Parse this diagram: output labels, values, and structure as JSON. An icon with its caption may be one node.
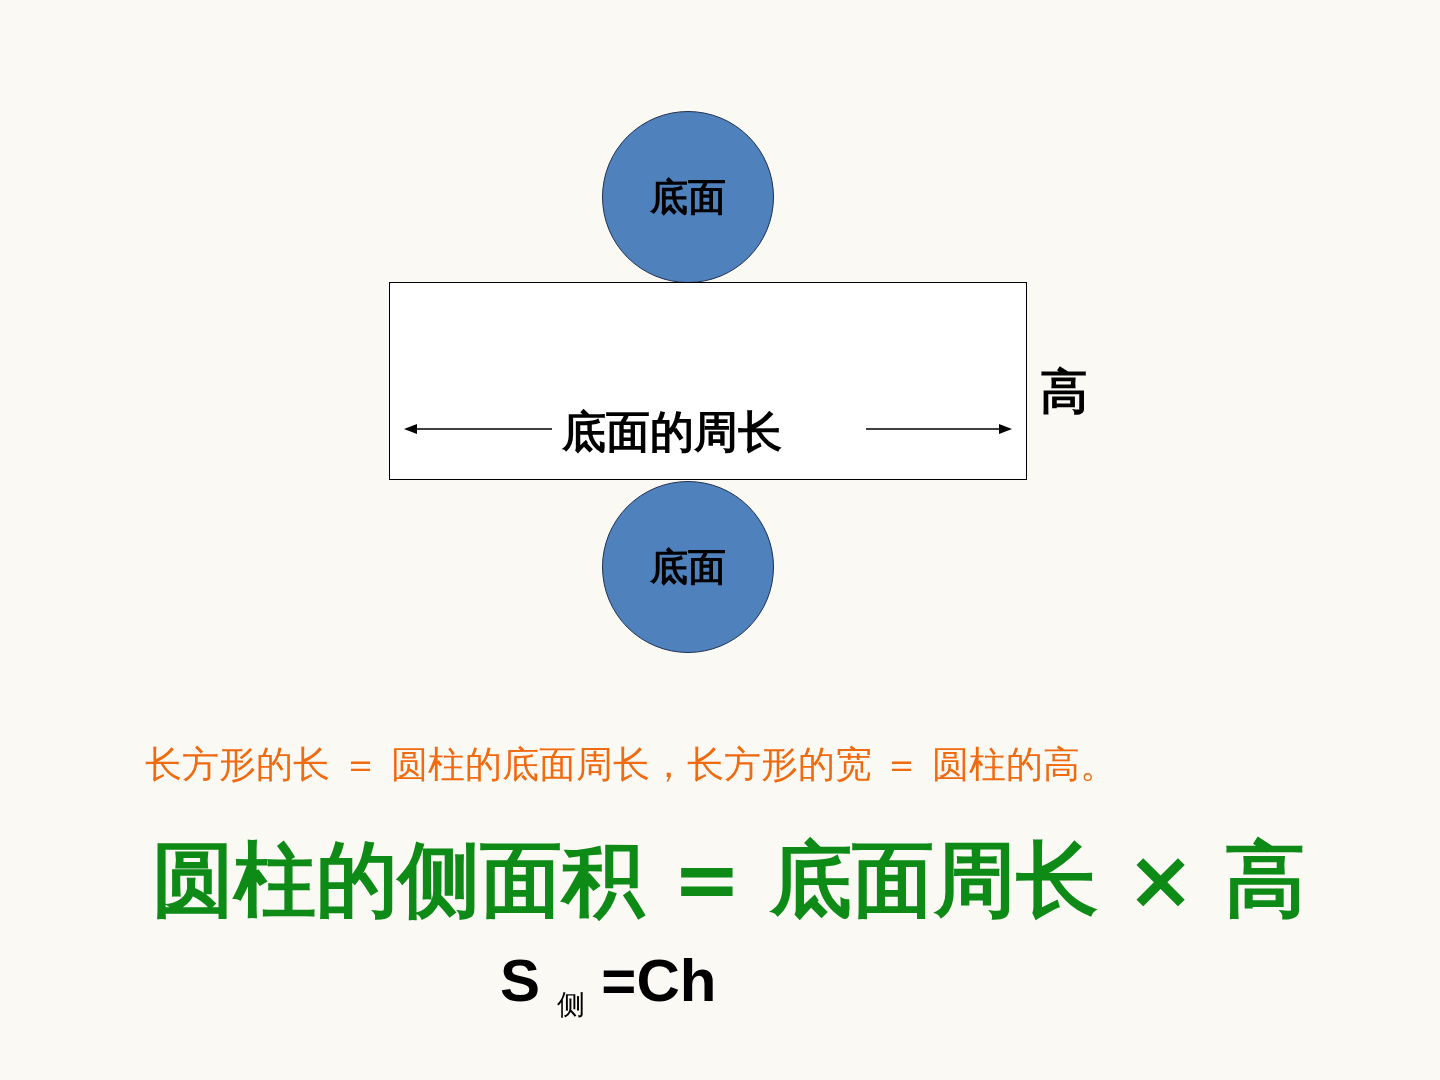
{
  "diagram": {
    "nodes": [
      {
        "text": [
          "底面"
        ]
      },
      {
        "text": [
          "底面的周长"
        ],
        "beside": [
          "高"
        ]
      },
      {
        "text": [
          "底面"
        ]
      }
    ],
    "labels": [
      "长方形的长 ＝ 圆柱的底面周长，长方形的宽 ＝ 圆柱的高。",
      "圆柱的侧面积 = 底面周长 × 高",
      "S $_{侧}$ =Ch"
    ]
  }
}
